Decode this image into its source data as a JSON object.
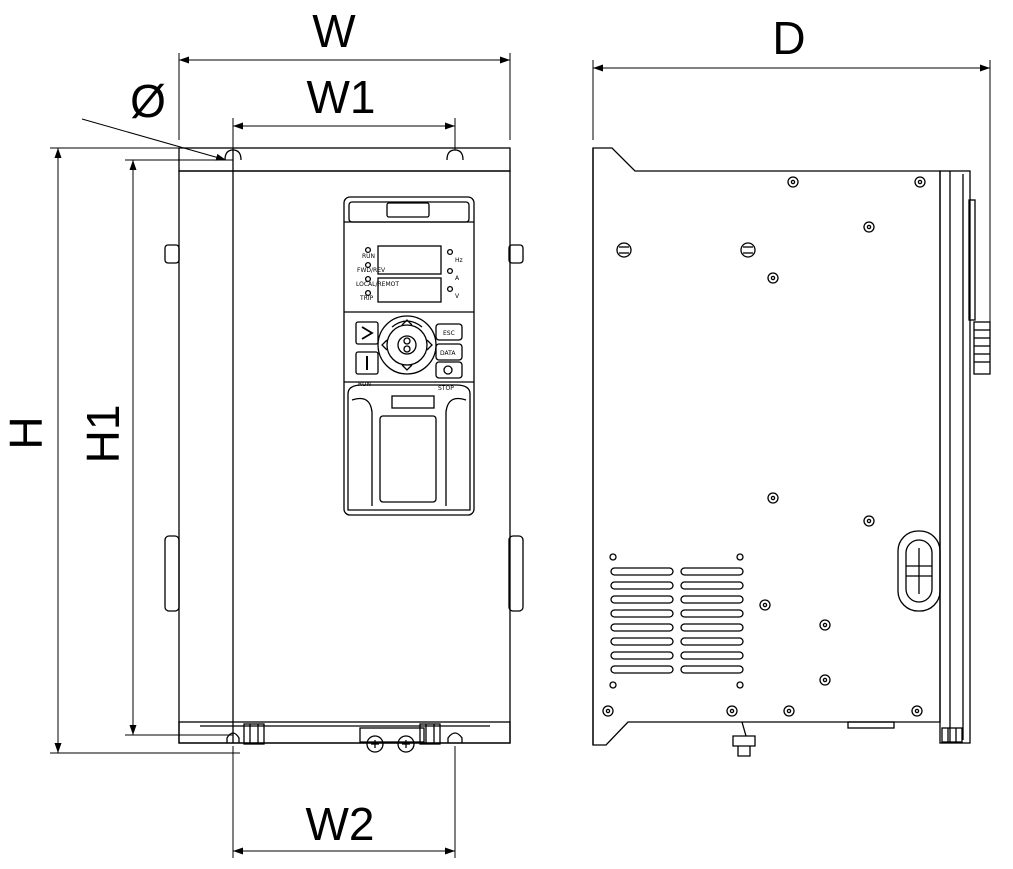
{
  "dimensions": {
    "width_label": "W",
    "mount_width_label": "W1",
    "bottom_width_label": "W2",
    "height_label": "H",
    "mount_height_label": "H1",
    "depth_label": "D",
    "hole_diameter_label": "Ø"
  },
  "keypad": {
    "led_labels": [
      "RUN",
      "FWD/REV",
      "LOCAL/REMOT",
      "TRIP"
    ],
    "unit_labels": [
      "Hz",
      "A",
      "V"
    ],
    "button_labels": [
      "ESC",
      "DATA",
      "RUN",
      "STOP"
    ]
  }
}
